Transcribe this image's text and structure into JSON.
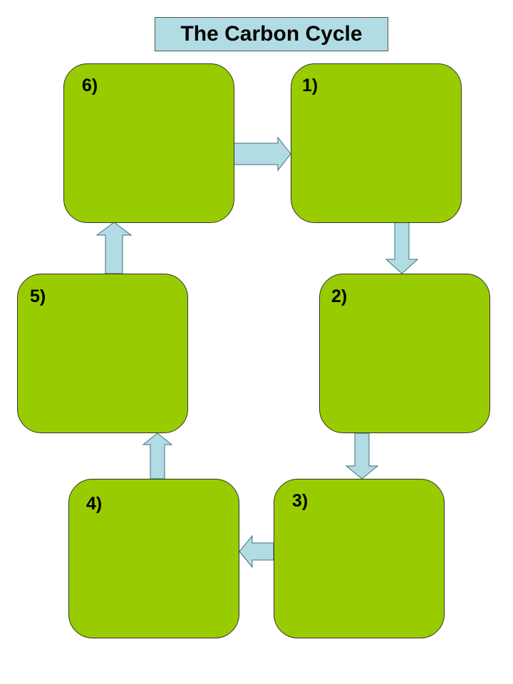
{
  "diagram": {
    "title": "The Carbon Cycle",
    "colors": {
      "box_fill": "#99CC00",
      "arrow_fill": "#B2DCE3",
      "title_fill": "#B2DCE3"
    },
    "steps": [
      {
        "label": "1)"
      },
      {
        "label": "2)"
      },
      {
        "label": "3)"
      },
      {
        "label": "4)"
      },
      {
        "label": "5)"
      },
      {
        "label": "6)"
      }
    ],
    "arrows": [
      {
        "from": "6)",
        "to": "1)"
      },
      {
        "from": "1)",
        "to": "2)"
      },
      {
        "from": "2)",
        "to": "3)"
      },
      {
        "from": "3)",
        "to": "4)"
      },
      {
        "from": "4)",
        "to": "5)"
      },
      {
        "from": "5)",
        "to": "6)"
      }
    ]
  }
}
